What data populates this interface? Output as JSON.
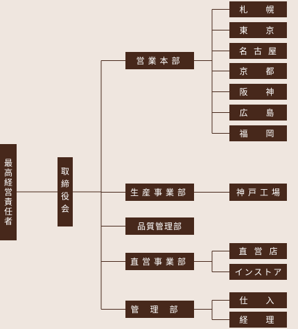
{
  "chart": {
    "root": "最高経営責任者",
    "board": "取締役会",
    "divisions": {
      "sales": "営業本部",
      "production": "生産事業部",
      "quality": "品質管理部",
      "direct": "直営事業部",
      "management": "管理部"
    },
    "branches": [
      "札幌",
      "東京",
      "名古屋",
      "京都",
      "阪神",
      "広島",
      "福岡"
    ],
    "factory": "神戸工場",
    "direct_units": [
      "直営店",
      "インストア"
    ],
    "management_units": [
      "仕入",
      "経理"
    ]
  },
  "colors": {
    "node": "#47281b",
    "background": "#efe6df",
    "text": "#ffffff"
  }
}
